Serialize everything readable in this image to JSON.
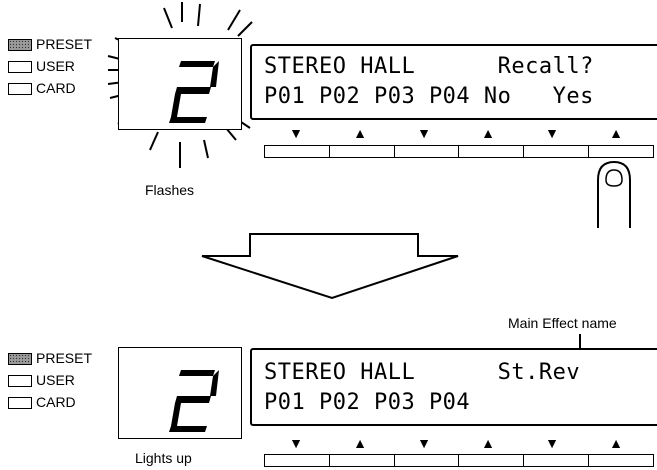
{
  "top": {
    "banks": [
      {
        "label": "PRESET",
        "selected": true
      },
      {
        "label": "USER",
        "selected": false
      },
      {
        "label": "CARD",
        "selected": false
      }
    ],
    "segment_digit": "2",
    "caption": "Flashes",
    "lcd_line1": "STEREO HALL      Recall?",
    "lcd_line2": "P01 P02 P03 P04 No   Yes",
    "button_arrows": [
      "down",
      "up",
      "down",
      "up",
      "down",
      "up"
    ]
  },
  "bottom": {
    "banks": [
      {
        "label": "PRESET",
        "selected": true
      },
      {
        "label": "USER",
        "selected": false
      },
      {
        "label": "CARD",
        "selected": false
      }
    ],
    "segment_digit": "2",
    "caption": "Lights up",
    "lcd_line1": "STEREO HALL      St.Rev",
    "lcd_line2": "P01 P02 P03 P04",
    "callout": "Main Effect name",
    "button_arrows": [
      "down",
      "up",
      "down",
      "up",
      "down",
      "up"
    ]
  },
  "transition_arrow": "down-arrow"
}
